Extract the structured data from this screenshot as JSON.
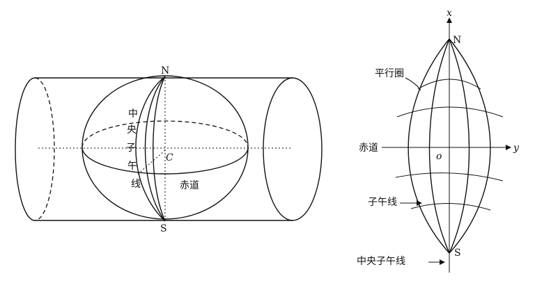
{
  "left_figure": {
    "north_label": "N",
    "south_label": "S",
    "center_label": "C",
    "central_meridian_chars": [
      "中",
      "央",
      "子",
      "午",
      "线"
    ],
    "equator_label": "赤道"
  },
  "right_figure": {
    "x_axis_label": "x",
    "y_axis_label": "y",
    "north_label": "N",
    "south_label": "S",
    "origin_label": "o",
    "parallel_label": "平行圈",
    "equator_label": "赤道",
    "meridian_label": "子午线",
    "central_meridian_label": "中央子午线"
  }
}
